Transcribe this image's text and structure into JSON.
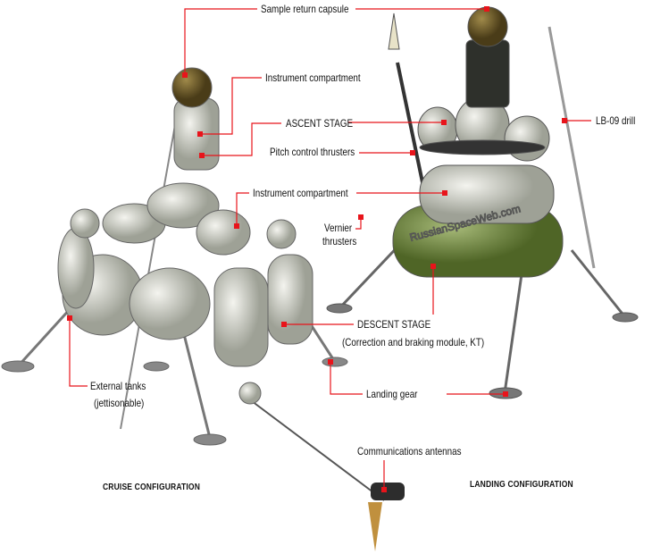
{
  "labels": {
    "sample_return_capsule": "Sample return capsule",
    "instrument_compartment_top": "Instrument compartment",
    "ascent_stage": "ASCENT STAGE",
    "pitch_control_thrusters": "Pitch control thrusters",
    "lb09_drill": "LB-09 drill",
    "instrument_compartment_mid": "Instrument compartment",
    "vernier_thrusters_1": "Vernier",
    "vernier_thrusters_2": "thrusters",
    "descent_stage": "DESCENT STAGE",
    "descent_stage_sub": "(Correction and braking module, KT)",
    "external_tanks_1": "External tanks",
    "external_tanks_2": "(jettisonable)",
    "landing_gear": "Landing gear",
    "communications_antennas": "Communications antennas"
  },
  "captions": {
    "cruise": "CRUISE CONFIGURATION",
    "landing": "LANDING CONFIGURATION"
  },
  "watermark": "RussianSpaceWeb.com",
  "colors": {
    "leader": "#e8141b",
    "tank_gray": "#c9ccc4",
    "tank_green": "#6f8a3e",
    "capsule": "#6b5a2c"
  }
}
